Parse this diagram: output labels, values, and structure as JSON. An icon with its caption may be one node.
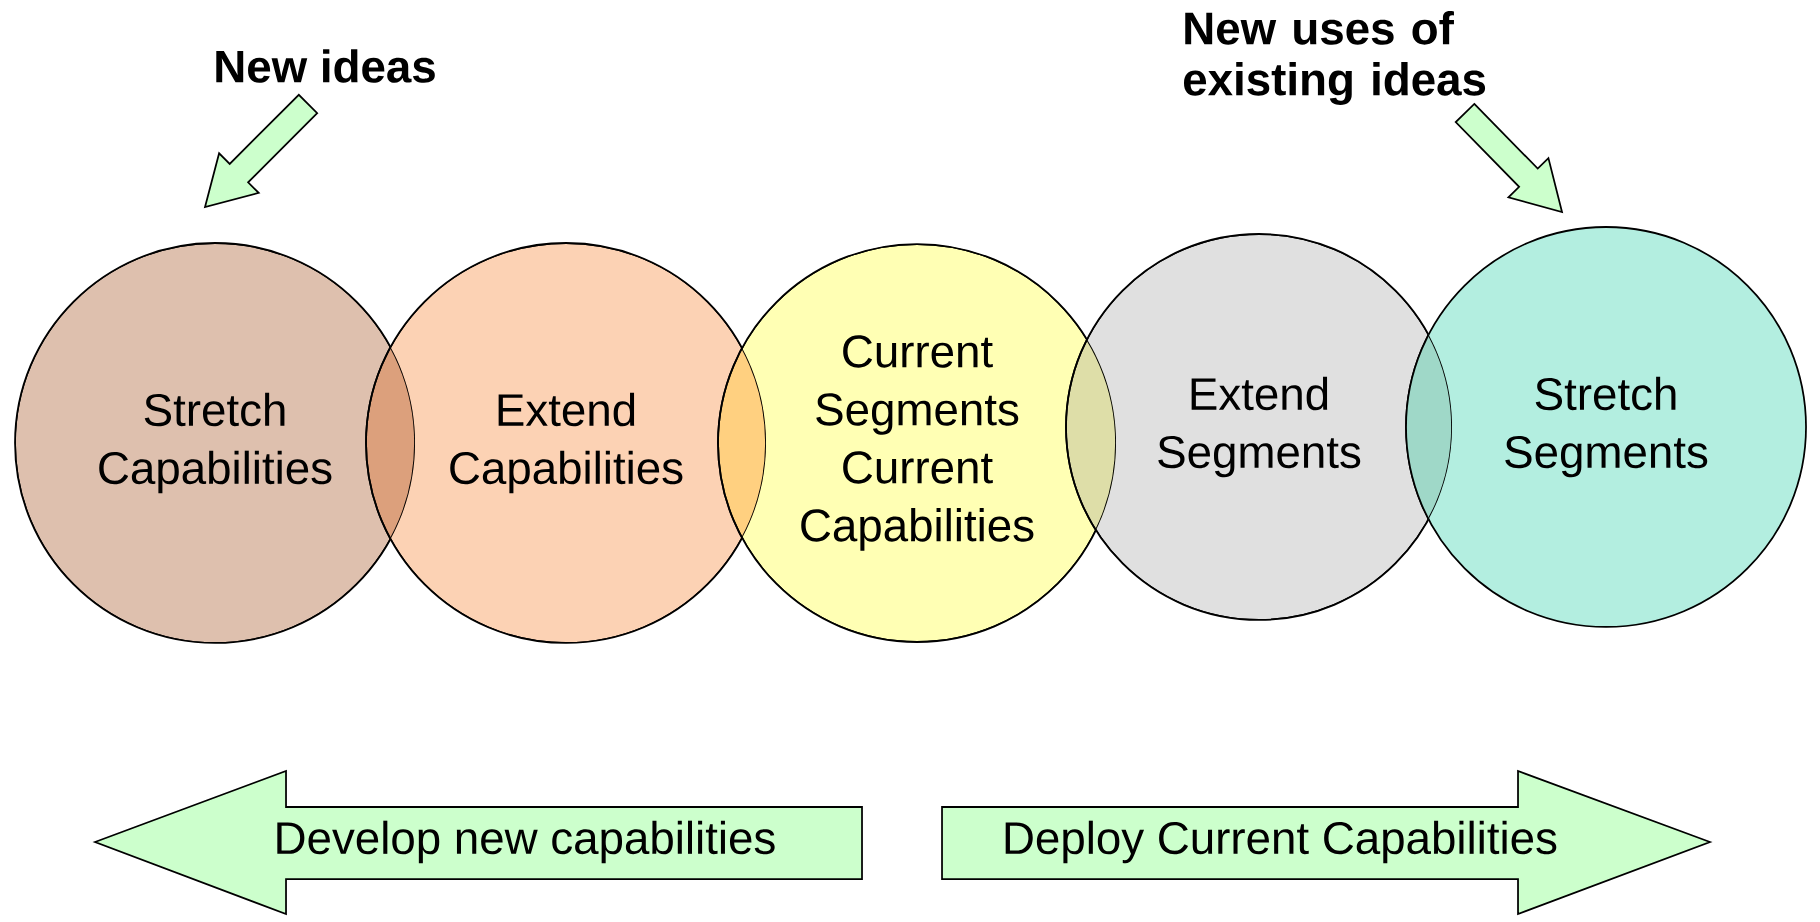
{
  "diagram": {
    "nodes": [
      {
        "text": [
          "New ideas"
        ]
      },
      {
        "text": [
          "New uses of existing ideas"
        ]
      },
      {
        "text": [
          "Stretch Capabilities"
        ]
      },
      {
        "text": [
          "Extend Capabilities"
        ]
      },
      {
        "text": [
          "Current Segments",
          "Current Capabilities"
        ]
      },
      {
        "text": [
          "Extend Segments"
        ]
      },
      {
        "text": [
          "Stretch Segments"
        ]
      },
      {
        "text": [
          "Develop new capabilities"
        ]
      },
      {
        "text": [
          "Deploy Current Capabilities"
        ]
      }
    ],
    "edges": [
      {
        "from": 0,
        "to": 2,
        "arrow": "to"
      },
      {
        "from": 1,
        "to": 6,
        "arrow": "to"
      }
    ]
  }
}
